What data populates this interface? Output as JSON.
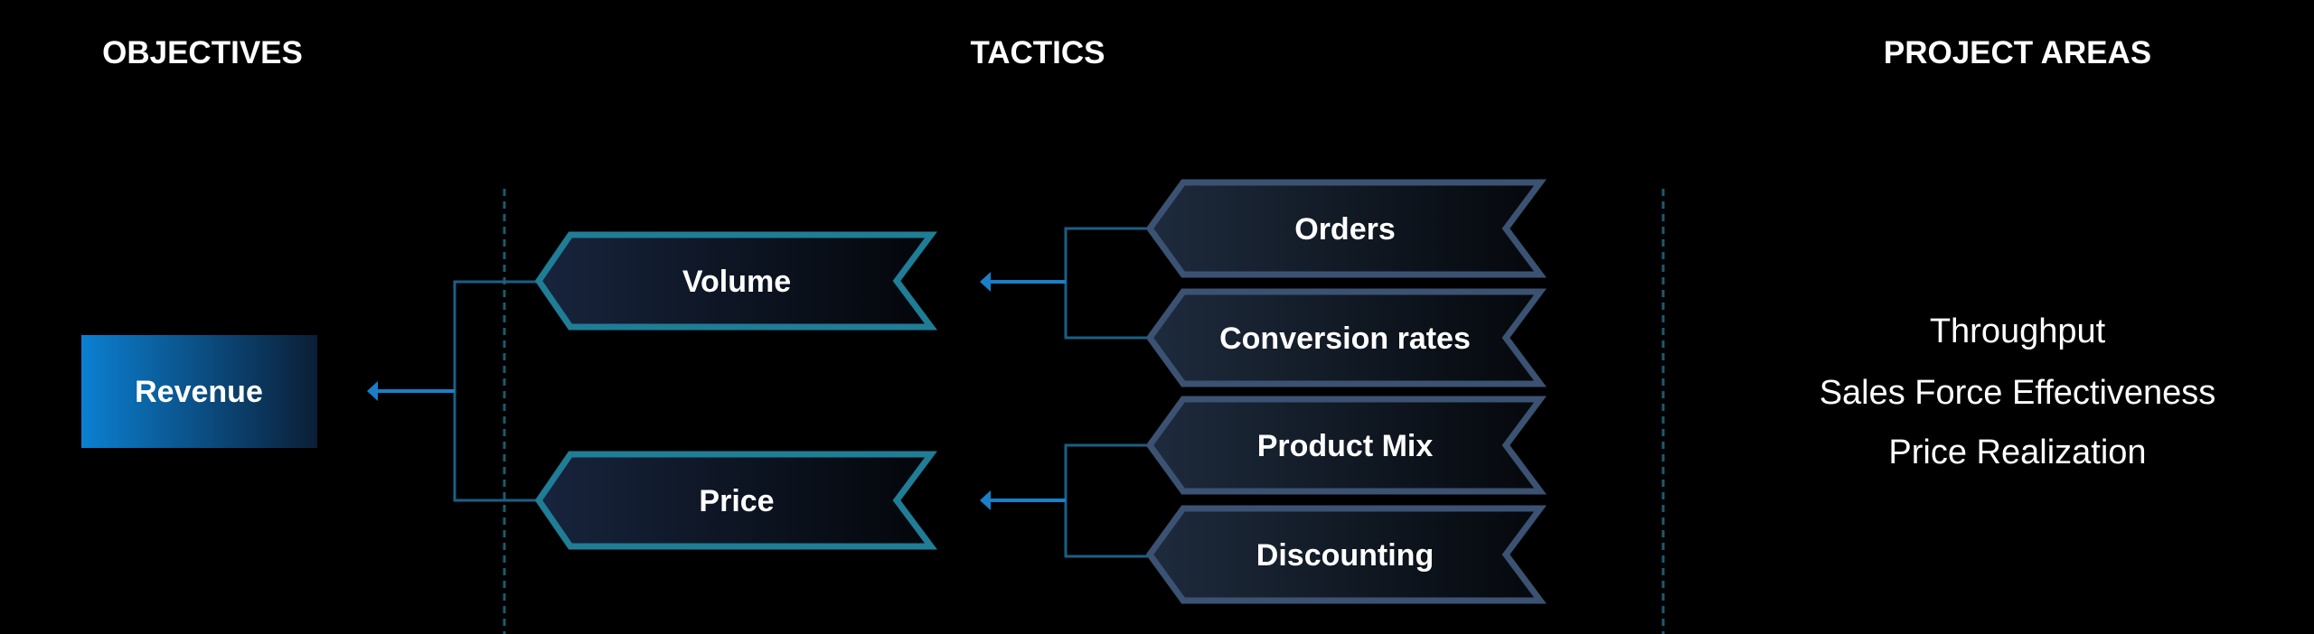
{
  "headers": {
    "objectives": "OBJECTIVES",
    "tactics": "TACTICS",
    "project_areas": "PROJECT AREAS"
  },
  "objective": {
    "label": "Revenue"
  },
  "tactics_primary": [
    {
      "label": "Volume"
    },
    {
      "label": "Price"
    }
  ],
  "tactics_secondary": [
    {
      "label": "Orders"
    },
    {
      "label": "Conversion rates"
    },
    {
      "label": "Product Mix"
    },
    {
      "label": "Discounting"
    }
  ],
  "project_areas": [
    "Throughput",
    "Sales Force Effectiveness",
    "Price Realization"
  ],
  "colors": {
    "accent": "#0a7fd0",
    "primary_border": "#1f7d96",
    "secondary_border": "#3b5272",
    "background": "#000000"
  }
}
